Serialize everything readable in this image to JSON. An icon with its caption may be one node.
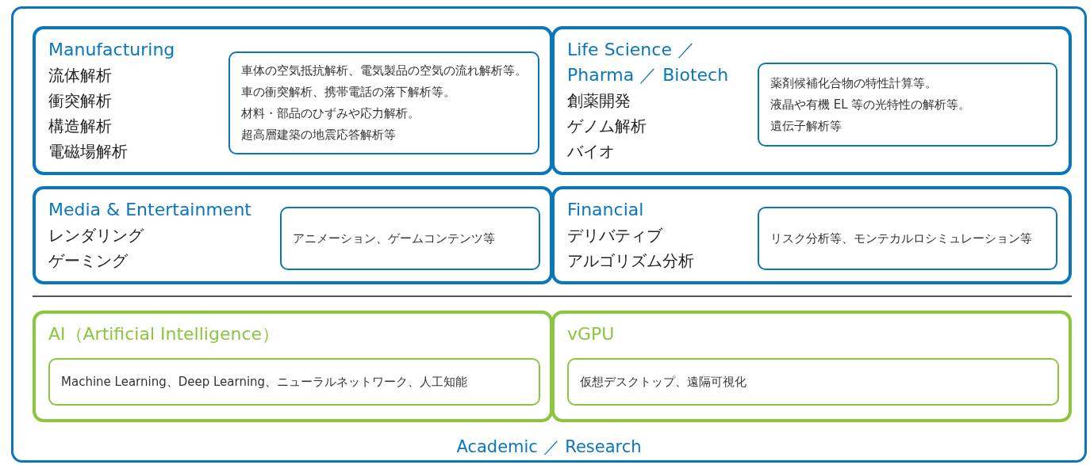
{
  "diagram": {
    "nodes": [
      {
        "text": [
          "Academic ／ Research"
        ]
      },
      {
        "text": [
          "Manufacturing",
          "流体解析",
          "衝突解析",
          "構造解析",
          "電磁場解析"
        ],
        "in": 0
      },
      {
        "text": [
          "車体の空気抵抗解析、電気製品の空気の流れ解析等。車の衝突解析、携帯電話の落下解析等。",
          "材料・部品のひずみや応力解析。",
          "超高層建築の地震応答解析等"
        ],
        "in": 1
      },
      {
        "text": [
          "Life Science ／ Pharma ／ Biotech",
          "創薬開発",
          "ゲノム解析",
          "バイオ"
        ],
        "in": 0
      },
      {
        "text": [
          "薬剤候補化合物の特性計算等。",
          "液晶や有機 EL 等の光特性の解析等。",
          "遺伝子解析等"
        ],
        "in": 3
      },
      {
        "text": [
          "Media & Entertainment",
          "レンダリング",
          "ゲーミング"
        ],
        "in": 0
      },
      {
        "text": [
          "アニメーション、ゲームコンテンツ等"
        ],
        "in": 5
      },
      {
        "text": [
          "Financial",
          "デリバティブ",
          "アルゴリズム分析"
        ],
        "in": 0
      },
      {
        "text": [
          "リスク分析等、モンテカルロシミュレーション等"
        ],
        "in": 7
      },
      {
        "text": [
          "AI（Artificial Intelligence）"
        ],
        "in": 0
      },
      {
        "text": [
          "Machine Learning、Deep Learning、ニューラルネットワーク、人工知能"
        ],
        "in": 9
      },
      {
        "text": [
          "vGPU"
        ],
        "in": 0
      },
      {
        "text": [
          "仮想デスクトップ、遠隔可視化"
        ],
        "in": 11
      }
    ]
  }
}
